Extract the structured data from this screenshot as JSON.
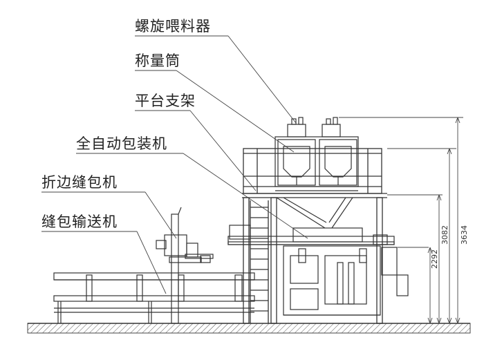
{
  "callouts": {
    "screw_feeder": "螺旋喂料器",
    "weighing_hopper": "称量筒",
    "platform_support": "平台支架",
    "auto_packing_machine": "全自动包装机",
    "hemming_sewing_machine": "折边缝包机",
    "sewing_conveyor": "缝包输送机"
  },
  "dimensions": {
    "height_total": "3634",
    "height_platform": "3082",
    "height_bag_clamp": "2292"
  },
  "colors": {
    "line": "#333333",
    "ground_hatch": "#555555"
  }
}
